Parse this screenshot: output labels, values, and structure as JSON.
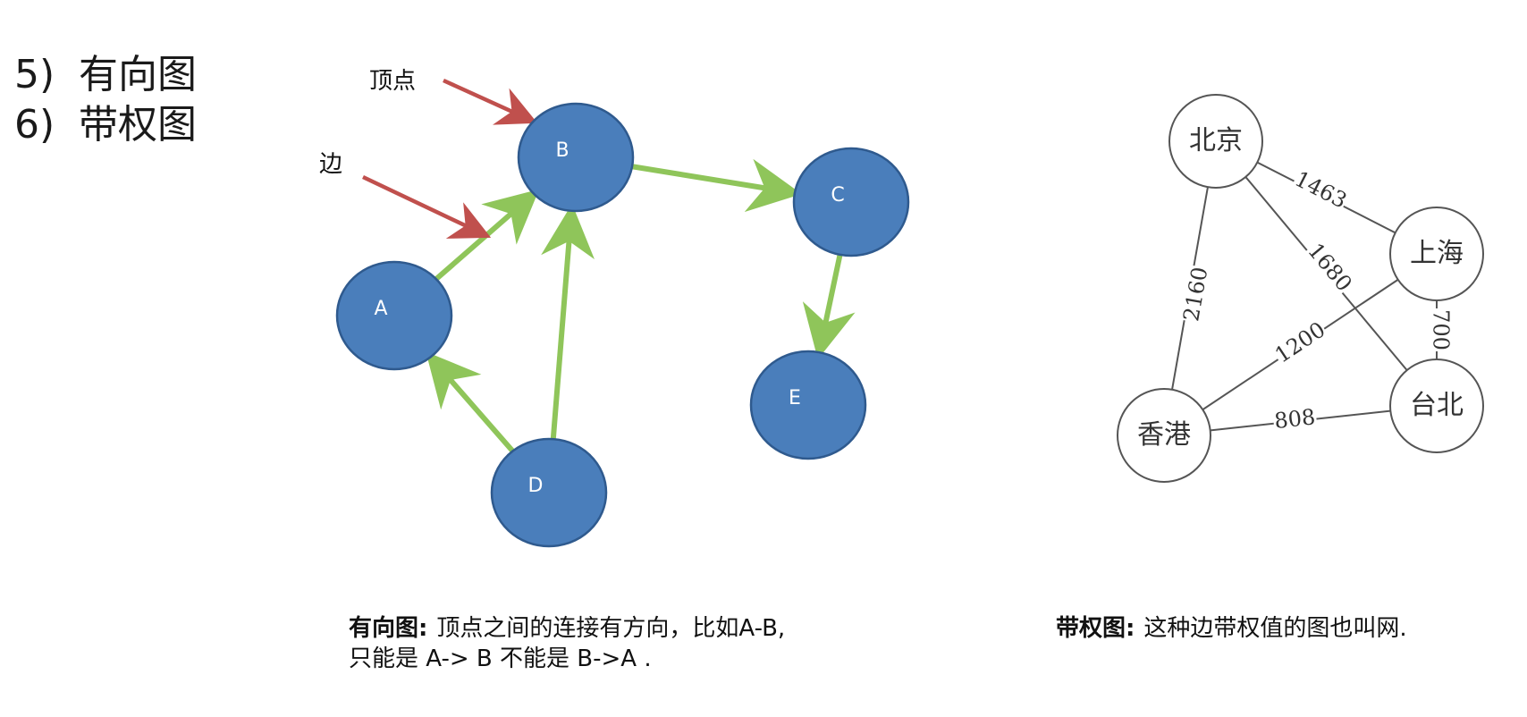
{
  "list": [
    {
      "number": "5)",
      "text": "有向图"
    },
    {
      "number": "6)",
      "text": "带权图"
    }
  ],
  "directed_graph": {
    "annotations": {
      "vertex": "顶点",
      "edge": "边"
    },
    "nodes": [
      {
        "id": "A",
        "label": "A"
      },
      {
        "id": "B",
        "label": "B"
      },
      {
        "id": "C",
        "label": "C"
      },
      {
        "id": "D",
        "label": "D"
      },
      {
        "id": "E",
        "label": "E"
      }
    ],
    "edges": [
      {
        "from": "A",
        "to": "B"
      },
      {
        "from": "B",
        "to": "C"
      },
      {
        "from": "C",
        "to": "E"
      },
      {
        "from": "D",
        "to": "A"
      },
      {
        "from": "D",
        "to": "B"
      }
    ],
    "colors": {
      "node_fill": "#4a7ebb",
      "node_stroke": "#2f5a8e",
      "edge": "#8fc55a",
      "pointer": "#c0504d"
    }
  },
  "weighted_graph": {
    "nodes": [
      {
        "id": "beijing",
        "label": "北京"
      },
      {
        "id": "shanghai",
        "label": "上海"
      },
      {
        "id": "hongkong",
        "label": "香港"
      },
      {
        "id": "taipei",
        "label": "台北"
      }
    ],
    "edges": [
      {
        "from": "beijing",
        "to": "shanghai",
        "weight": "1463"
      },
      {
        "from": "beijing",
        "to": "taipei",
        "weight": "1680"
      },
      {
        "from": "beijing",
        "to": "hongkong",
        "weight": "2160"
      },
      {
        "from": "shanghai",
        "to": "hongkong",
        "weight": "1200"
      },
      {
        "from": "shanghai",
        "to": "taipei",
        "weight": "700"
      },
      {
        "from": "hongkong",
        "to": "taipei",
        "weight": "808"
      }
    ]
  },
  "captions": {
    "directed": {
      "term": "有向图:",
      "line1": "顶点之间的连接有方向，比如A-B,",
      "line2": "只能是 A-> B 不能是 B->A ."
    },
    "weighted": {
      "term": "带权图:",
      "text": "这种边带权值的图也叫网."
    }
  }
}
